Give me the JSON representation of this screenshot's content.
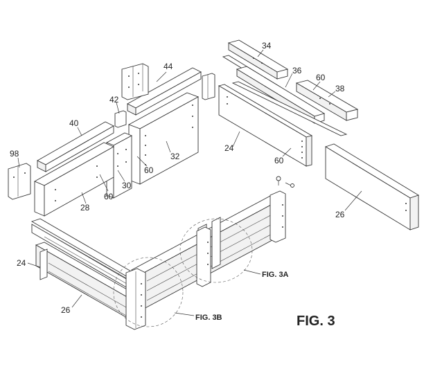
{
  "figure": {
    "title": "FIG. 3",
    "detail_labels": {
      "fig3a": "FIG. 3A",
      "fig3b": "FIG. 3B"
    },
    "reference_numerals": {
      "r34": "34",
      "r44": "44",
      "r36": "36",
      "r60a": "60",
      "r38": "38",
      "r42": "42",
      "r40": "40",
      "r98": "98",
      "r24a": "24",
      "r60b": "60",
      "r32": "32",
      "r60c": "60",
      "r30": "30",
      "r60d": "60",
      "r28": "28",
      "r26a": "26",
      "r24b": "24",
      "r26b": "26"
    }
  },
  "colors": {
    "line": "#333333",
    "paper": "#ffffff"
  }
}
